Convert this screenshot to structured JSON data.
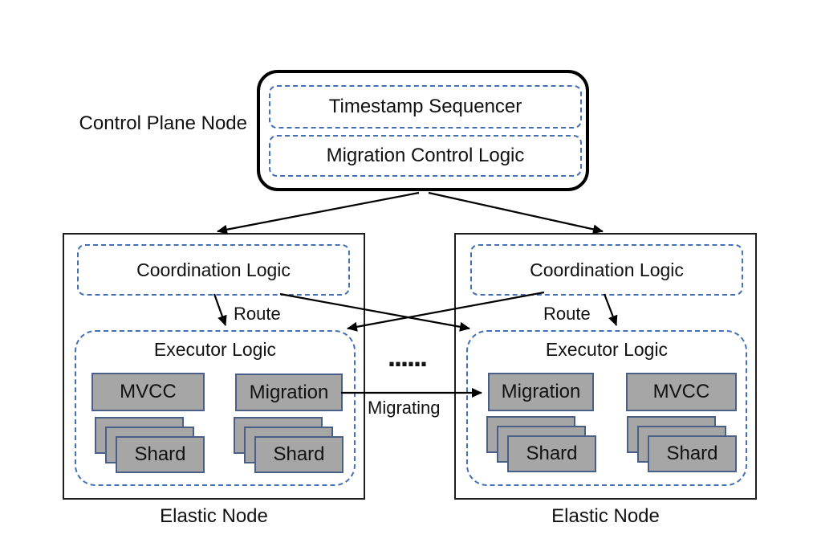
{
  "diagram": {
    "control_plane": {
      "label": "Control Plane Node",
      "components": [
        "Timestamp Sequencer",
        "Migration Control Logic"
      ]
    },
    "elastic_nodes": [
      {
        "label": "Elastic Node",
        "coordination_label": "Coordination Logic",
        "executor_label": "Executor Logic",
        "route_label": "Route",
        "modules": [
          "MVCC",
          "Migration"
        ],
        "shard_label": "Shard"
      },
      {
        "label": "Elastic Node",
        "coordination_label": "Coordination Logic",
        "executor_label": "Executor Logic",
        "route_label": "Route",
        "modules": [
          "Migration",
          "MVCC"
        ],
        "shard_label": "Shard"
      }
    ],
    "connections": {
      "migrating_label": "Migrating",
      "ellipsis": "......"
    },
    "colors": {
      "dashed_border": "#4470b4",
      "module_fill": "#a6a6a6",
      "module_border": "#4a5f88",
      "node_border": "#1f1f1f",
      "arrow": "#000000"
    }
  }
}
